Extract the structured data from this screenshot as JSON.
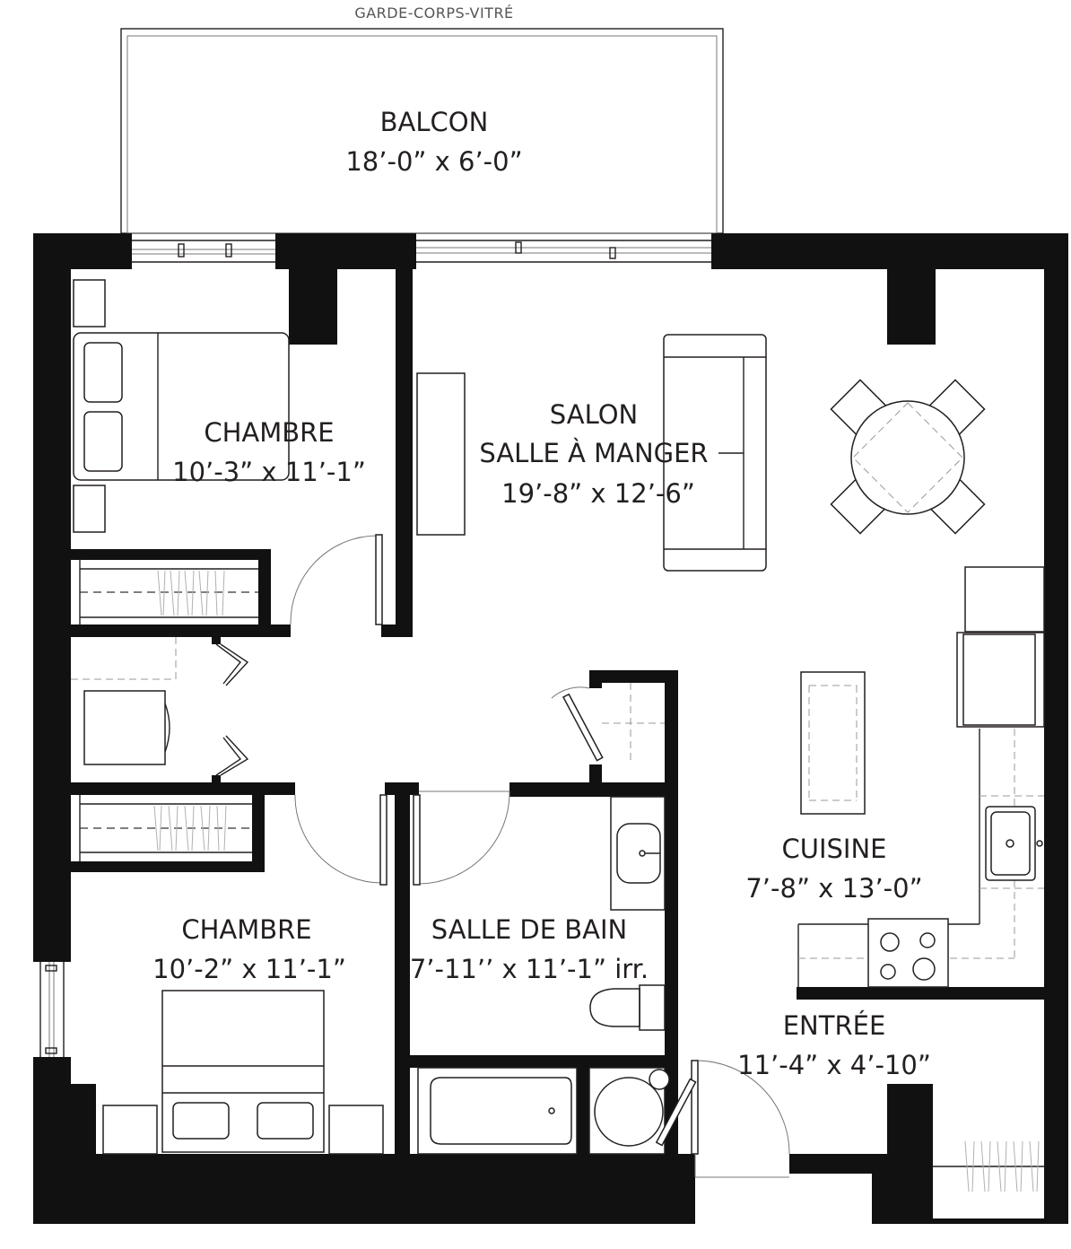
{
  "railing_label": "GARDE-CORPS-VITRÉ",
  "rooms": {
    "balcon": {
      "name": "BALCON",
      "dims": "18’-0” x 6’-0”"
    },
    "chambre1": {
      "name": "CHAMBRE",
      "dims": "10’-3” x 11’-1”"
    },
    "salon": {
      "name1": "SALON",
      "name2": "SALLE À MANGER",
      "dims": "19’-8” x 12’-6”"
    },
    "cuisine": {
      "name": "CUISINE",
      "dims": "7’-8” x 13’-0”"
    },
    "chambre2": {
      "name": "CHAMBRE",
      "dims": "10’-2” x 11’-1”"
    },
    "salle_de_bain": {
      "name": "SALLE DE BAIN",
      "dims": "7’-11’’ x 11’-1” irr."
    },
    "entree": {
      "name": "ENTRÉE",
      "dims": "11’-4” x 4’-10”"
    }
  }
}
